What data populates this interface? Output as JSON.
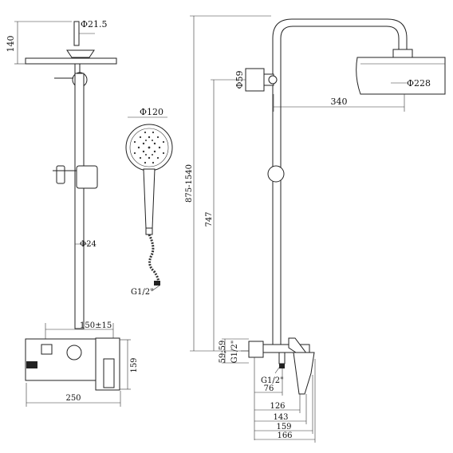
{
  "labels": {
    "head_height": "140",
    "arm_diameter": "Φ21.5",
    "hand_diameter": "Φ120",
    "pipe_diameter": "Φ24",
    "hose_thread": "G1/2\"",
    "center_distance": "150±15",
    "valve_height": "159",
    "valve_width": "250",
    "overall_height": "875-1540",
    "head_width": "Φ228",
    "bracket_diameter": "Φ59",
    "arm_reach": "340",
    "mixer_height": "747",
    "inlet_offset": "59;59",
    "inlet_thread": "G1/2\"",
    "bottom_thread": "G1/2\"",
    "depth_76": "76",
    "depth_126": "126",
    "depth_143": "143",
    "depth_159": "159",
    "depth_166": "166"
  }
}
